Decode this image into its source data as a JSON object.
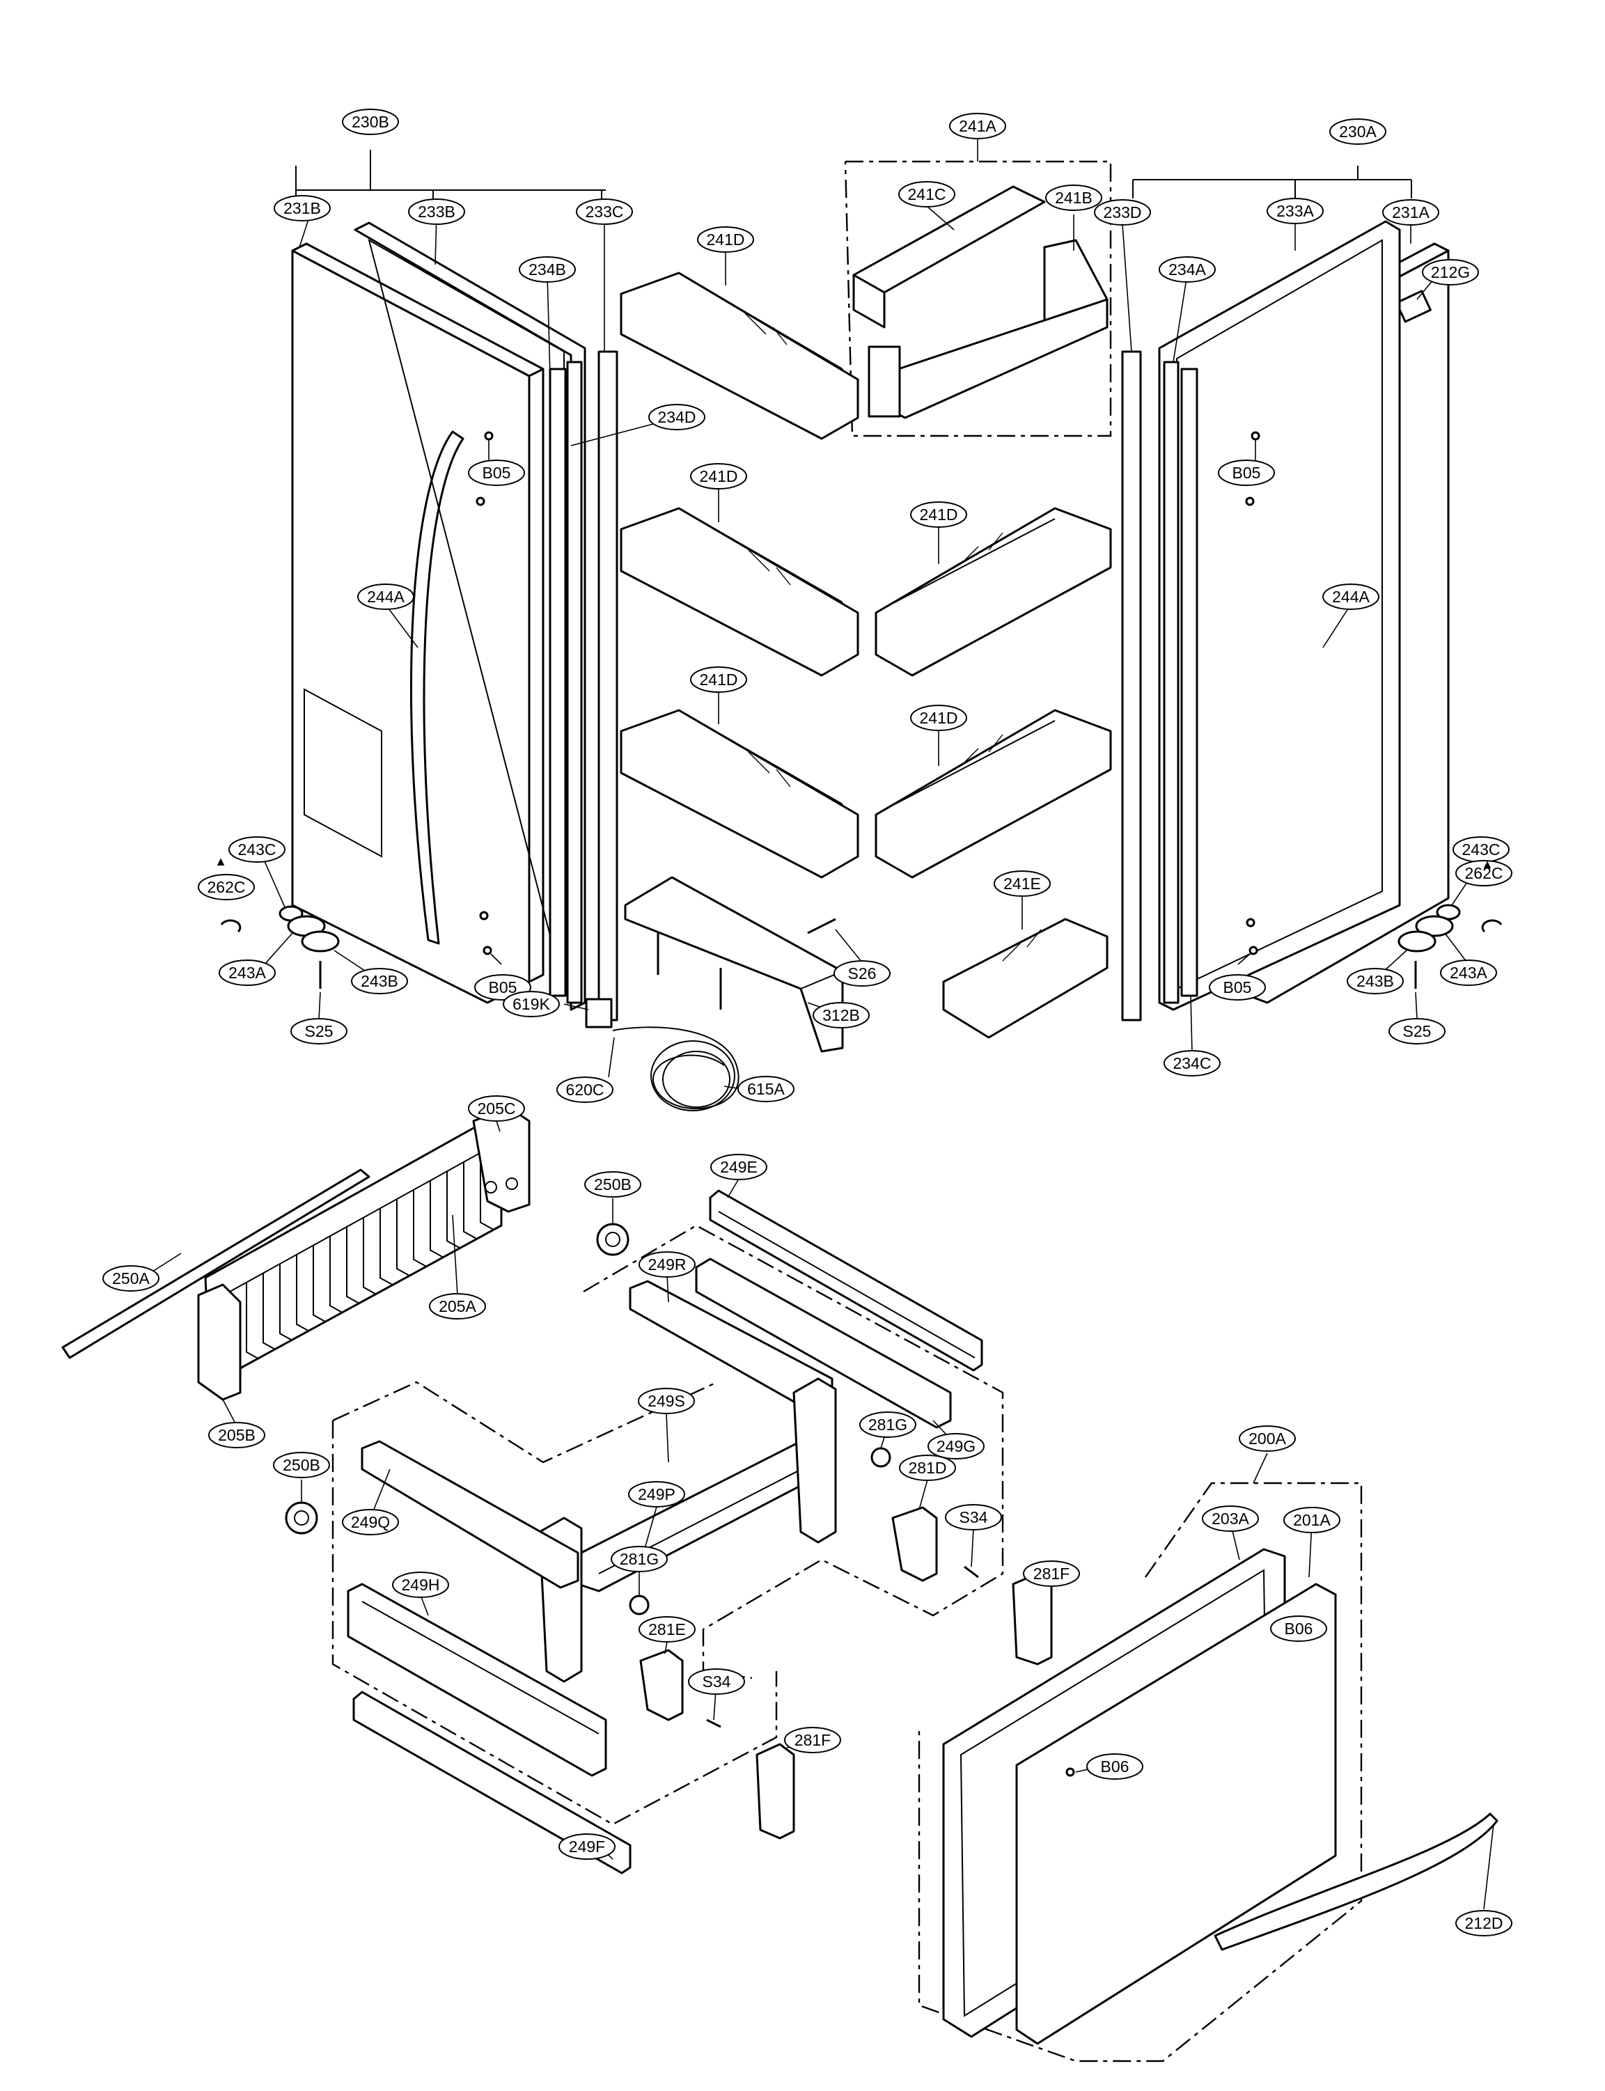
{
  "labels": {
    "l230B": "230B",
    "l231B": "231B",
    "l233B": "233B",
    "l233C": "233C",
    "l234B": "234B",
    "l234D": "234D",
    "lB05a": "B05",
    "l244Aa": "244A",
    "l243Ca": "243C",
    "l262Ca": "262C",
    "l243Aa": "243A",
    "l243Ba": "243B",
    "lS25a": "S25",
    "lB05b": "B05",
    "l241A": "241A",
    "l241C": "241C",
    "l241B": "241B",
    "l241Da": "241D",
    "l241Db": "241D",
    "l241Dc": "241D",
    "l241Dd": "241D",
    "l241De": "241D",
    "l241E": "241E",
    "lS26": "S26",
    "l312B": "312B",
    "l619K": "619K",
    "l620C": "620C",
    "l615A": "615A",
    "l230A": "230A",
    "l233D": "233D",
    "l233A": "233A",
    "l231A": "231A",
    "l212G": "212G",
    "l234A": "234A",
    "lB05c": "B05",
    "l244Ab": "244A",
    "l243Cb": "243C",
    "l262Cb": "262C",
    "l243Ab": "243A",
    "l243Bb": "243B",
    "lS25b": "S25",
    "lB05d": "B05",
    "l234C": "234C",
    "l205C": "205C",
    "l250A": "250A",
    "l205A": "205A",
    "l205B": "205B",
    "l250Ba": "250B",
    "l249E": "249E",
    "l249R": "249R",
    "l249S": "249S",
    "l281Ga": "281G",
    "l249G": "249G",
    "l250Bb": "250B",
    "l249Q": "249Q",
    "l249P": "249P",
    "l281D": "281D",
    "lS34a": "S34",
    "l281Gb": "281G",
    "l249H": "249H",
    "l281E": "281E",
    "lS34b": "S34",
    "l281Fa": "281F",
    "l281Fb": "281F",
    "l249F": "249F",
    "l200A": "200A",
    "l203A": "203A",
    "l201A": "201A",
    "lB06a": "B06",
    "lB06b": "B06",
    "l212D": "212D"
  },
  "warning_marks": {
    "w1": "▲",
    "w2": "▲"
  }
}
